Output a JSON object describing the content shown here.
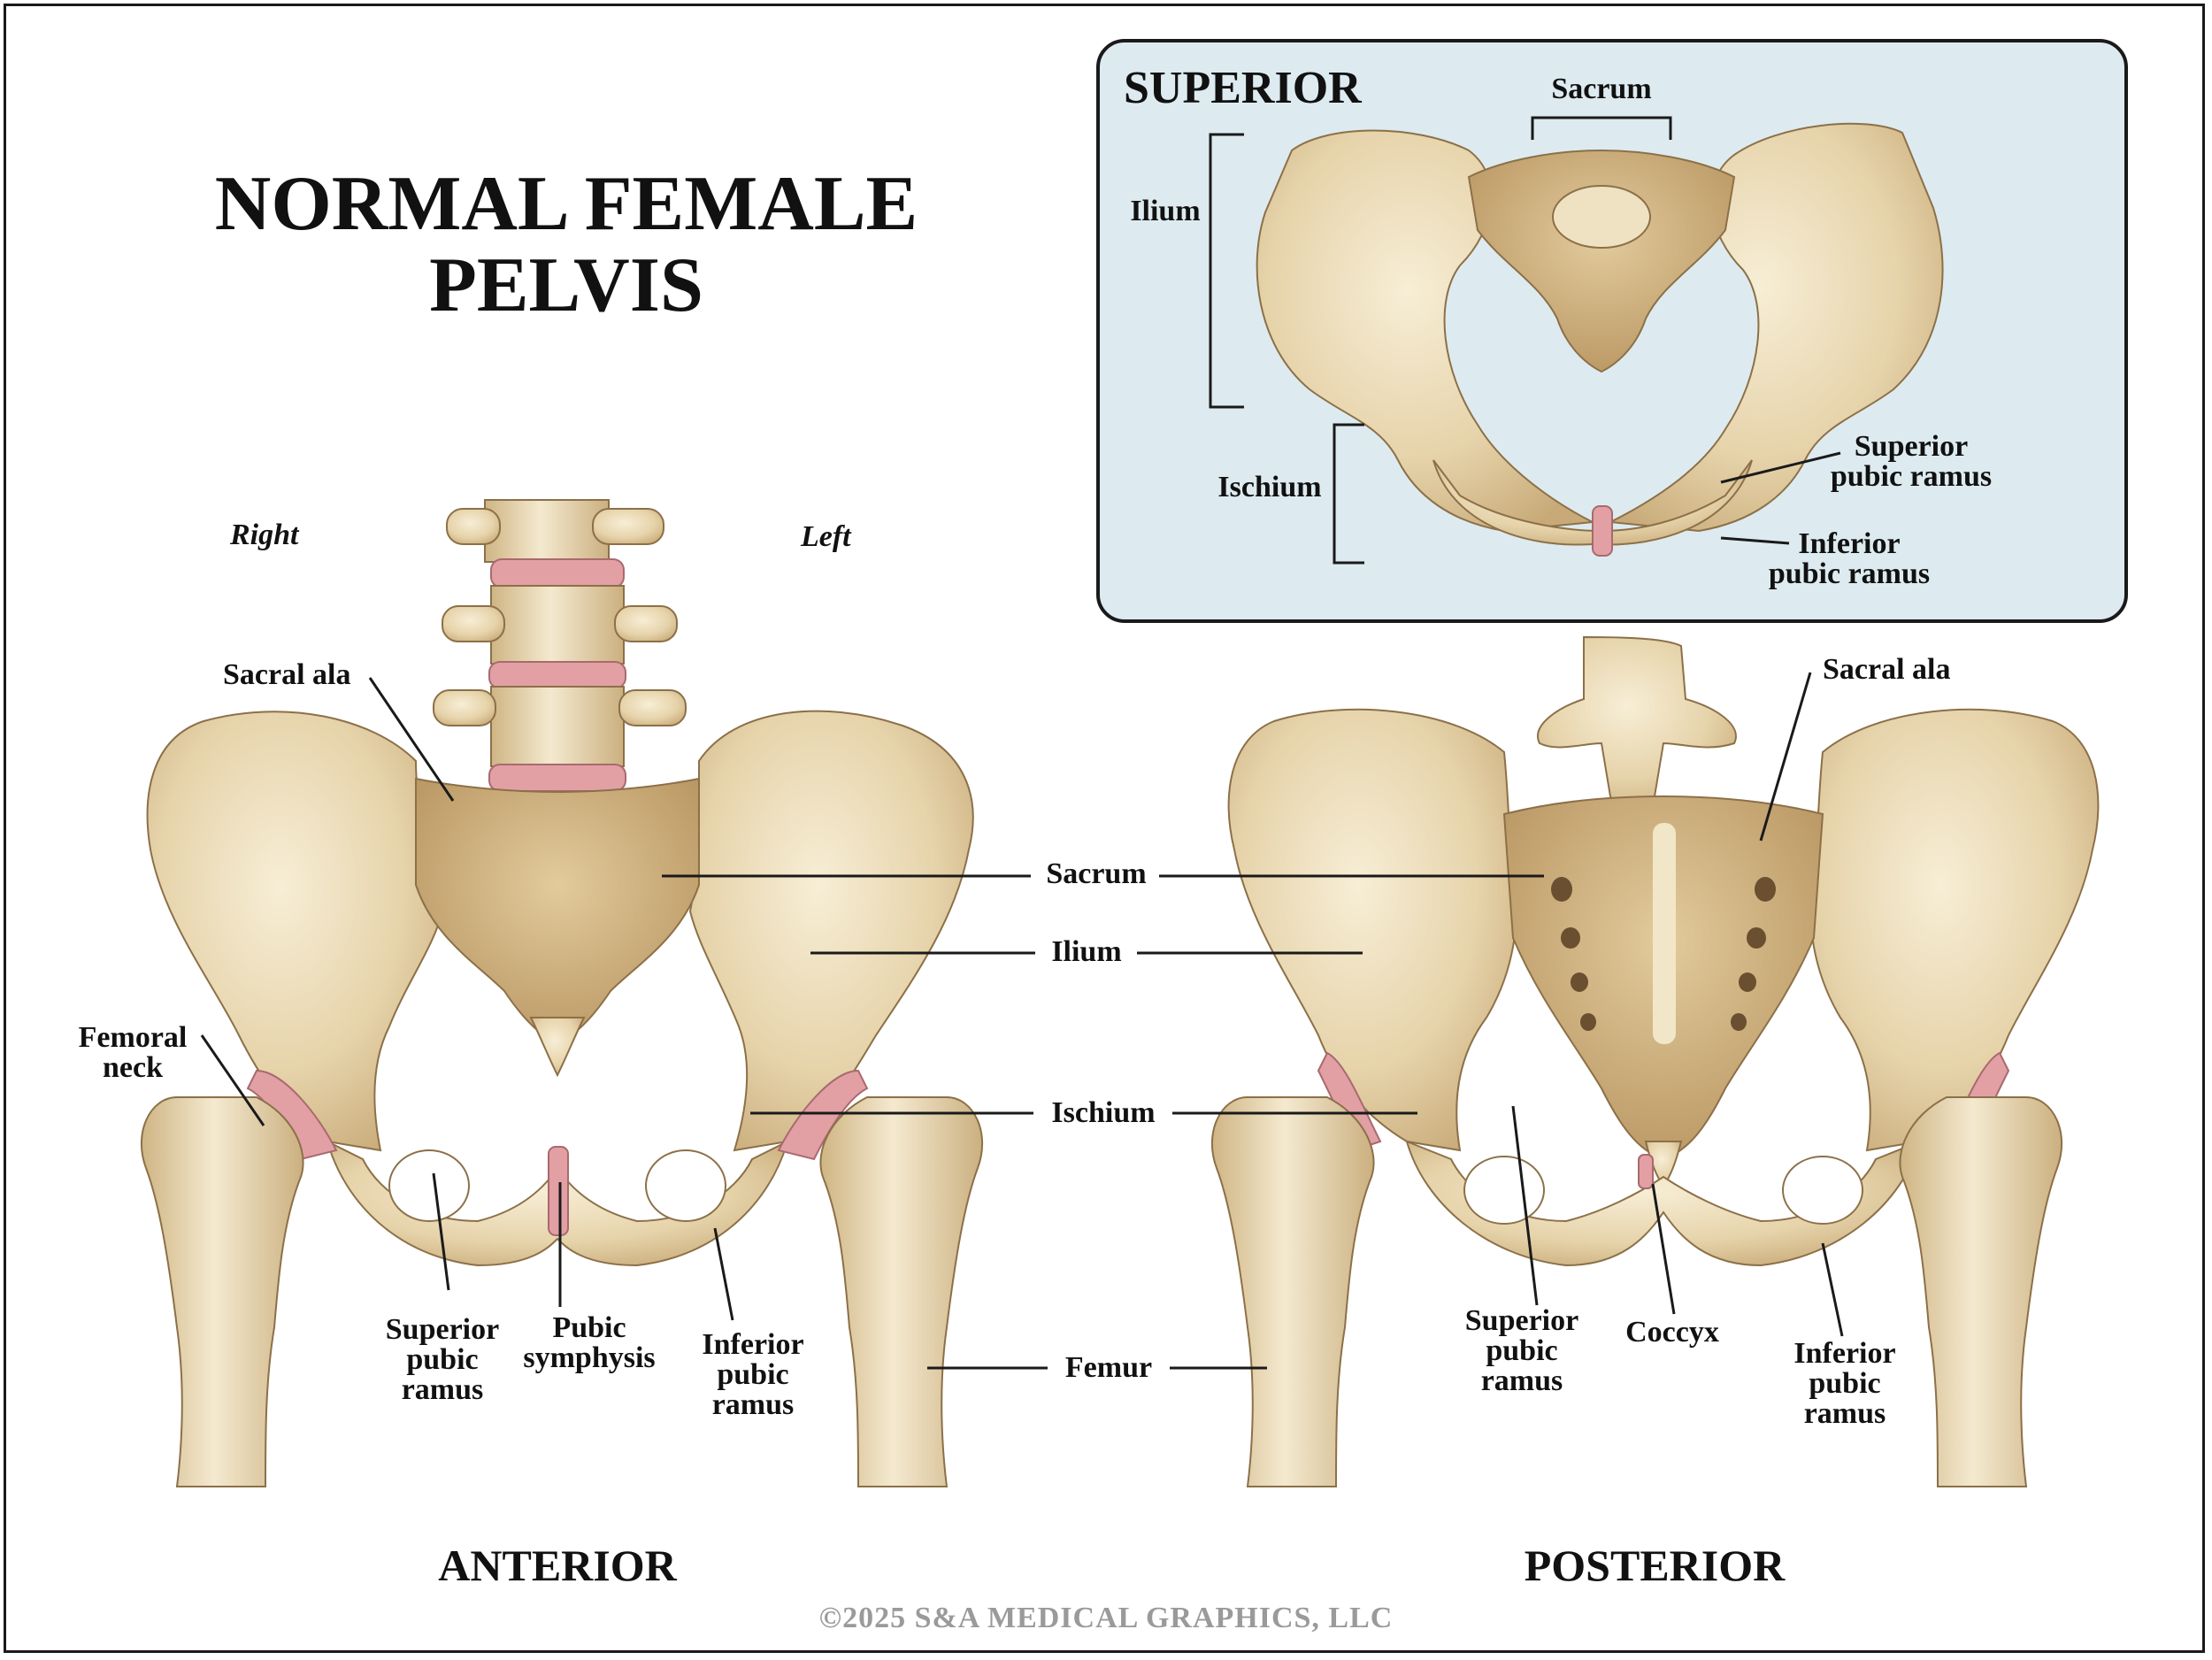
{
  "title": "NORMAL FEMALE\nPELVIS",
  "colors": {
    "bone": "#e8d7b2",
    "bone_shadow": "#c9ae7e",
    "bone_highlight": "#f6ecd3",
    "cartilage": "#e2a0a5",
    "inset_bg": "#ddebf0",
    "outline": "#1a1a1a"
  },
  "sides": {
    "right": "Right",
    "left": "Left"
  },
  "anterior": {
    "heading": "ANTERIOR",
    "labels": {
      "sacral_ala": "Sacral ala",
      "femoral_neck": "Femoral\nneck",
      "superior_pubic_ramus": "Superior\npubic\nramus",
      "pubic_symphysis": "Pubic\nsymphysis",
      "inferior_pubic_ramus": "Inferior\npubic\nramus"
    }
  },
  "shared_labels": {
    "sacrum": "Sacrum",
    "ilium": "Ilium",
    "ischium": "Ischium",
    "femur": "Femur"
  },
  "posterior": {
    "heading": "POSTERIOR",
    "labels": {
      "sacral_ala": "Sacral ala",
      "superior_pubic_ramus": "Superior\npubic\nramus",
      "coccyx": "Coccyx",
      "inferior_pubic_ramus": "Inferior\npubic\nramus"
    }
  },
  "superior_inset": {
    "heading": "SUPERIOR",
    "labels": {
      "sacrum": "Sacrum",
      "ilium": "Ilium",
      "ischium": "Ischium",
      "superior_pubic_ramus": "Superior\npubic ramus",
      "inferior_pubic_ramus": "Inferior\npubic ramus"
    }
  },
  "copyright": "©2025 S&A MEDICAL GRAPHICS, LLC"
}
